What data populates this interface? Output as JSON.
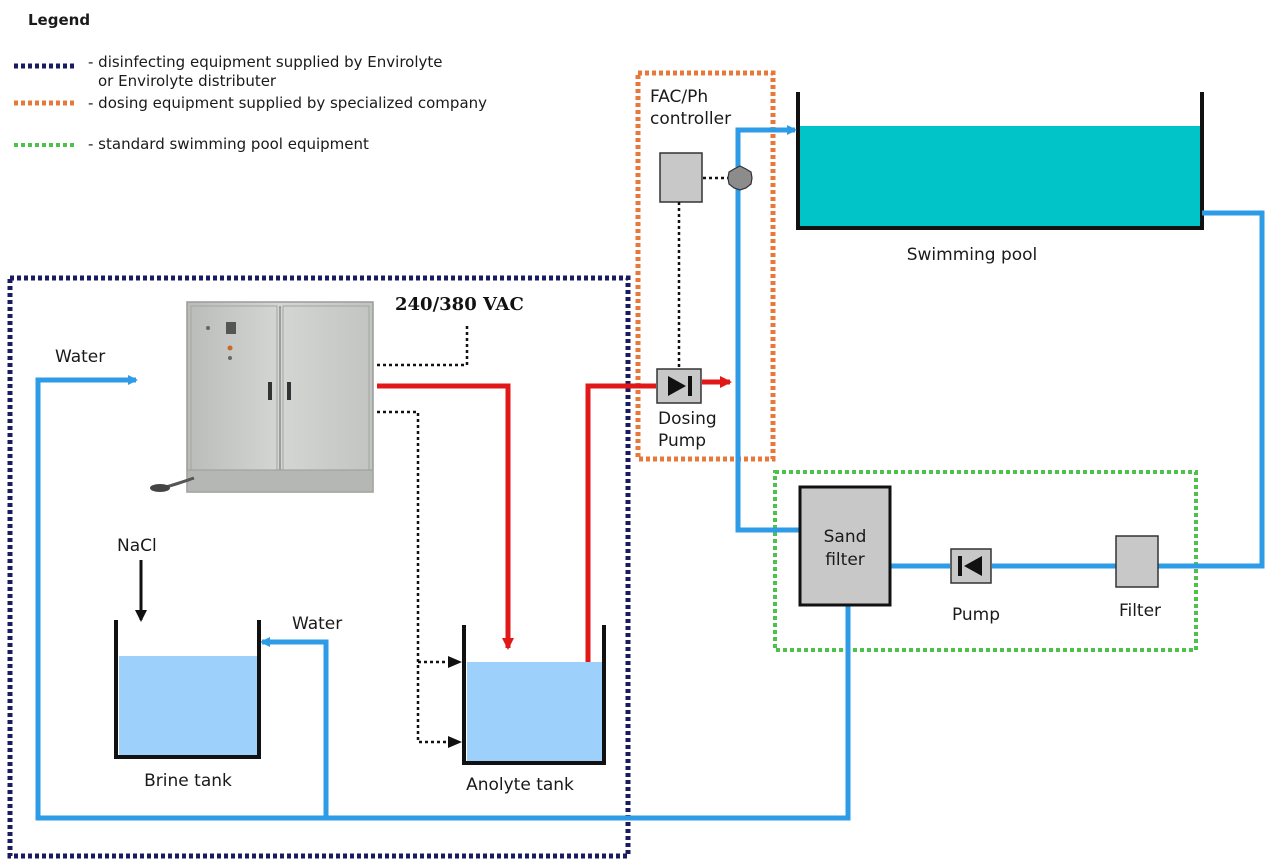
{
  "legend": {
    "title": "Legend",
    "items": [
      {
        "line1": "- disinfecting equipment supplied by Envirolyte",
        "line2": "or Envirolyte distributer"
      },
      {
        "line1": "- dosing equipment supplied by specialized company"
      },
      {
        "line1": "- standard swimming pool equipment"
      }
    ]
  },
  "labels": {
    "fac_line1": "FAC/Ph",
    "fac_line2": "controller",
    "swimming_pool": "Swimming pool",
    "voltage": "240/380 VAC",
    "water_inlet": "Water",
    "water_brine": "Water",
    "dosing_line1": "Dosing",
    "dosing_line2": "Pump",
    "nacl": "NaCl",
    "sand_line1": "Sand",
    "sand_line2": "filter",
    "pump": "Pump",
    "filter": "Filter",
    "brine_tank": "Brine tank",
    "anolyte_tank": "Anolyte tank"
  },
  "colors": {
    "envirolyte": "#1a1a5e",
    "dosing": "#e8773a",
    "standard": "#4cc24c",
    "water_pipe": "#2e9be6",
    "anolyte_pipe": "#e01818",
    "pool_water": "#00c4c8",
    "tank_water": "#9dd0fa",
    "equipment": "#c8c8c8"
  },
  "icons": [
    "dosing-pump-icon",
    "circulation-pump-icon",
    "gear-sensor-icon"
  ]
}
